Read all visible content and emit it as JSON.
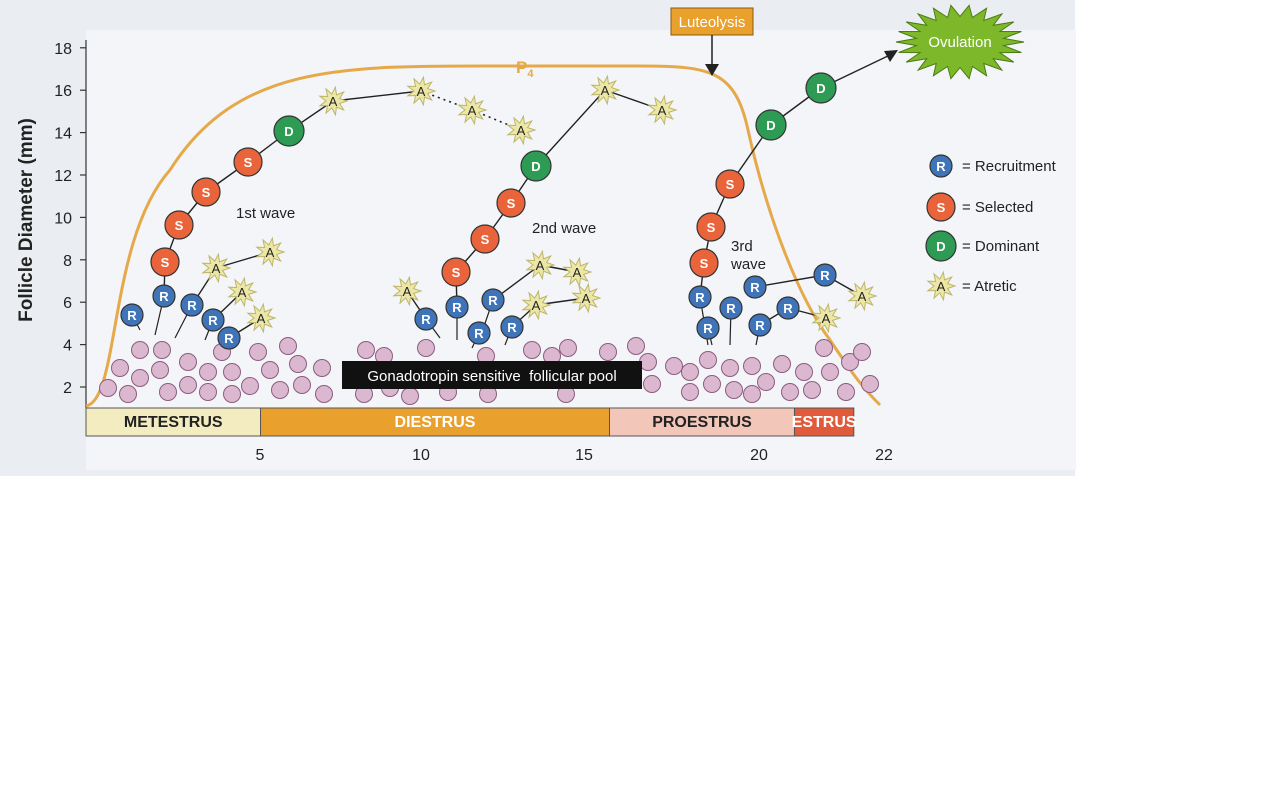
{
  "chart_data": {
    "type": "diagram",
    "ylabel": "Follicle Diameter (mm)",
    "y_ticks": [
      "2",
      "4",
      "6",
      "8",
      "10",
      "12",
      "14",
      "16",
      "18"
    ],
    "x_ticks": [
      "5",
      "10",
      "15",
      "20",
      "22"
    ],
    "progesterone_label": "P",
    "progesterone_subscript": "4",
    "luteolysis_label": "Luteolysis",
    "ovulation_label": "Ovulation",
    "pool_label": "Gonadotropin sensitive  follicular pool",
    "wave_labels": [
      "1st wave",
      "2nd wave",
      "3rd",
      "wave"
    ],
    "phases": [
      {
        "label": "METESTRUS",
        "start": 0,
        "end": 5,
        "color": "#f3ecc0",
        "text_color": "#222222"
      },
      {
        "label": "DIESTRUS",
        "start": 5,
        "end": 15,
        "color": "#e9a02c",
        "text_color": "#ffffff"
      },
      {
        "label": "PROESTRUS",
        "start": 15,
        "end": 20.3,
        "color": "#f2c6b8",
        "text_color": "#222222"
      },
      {
        "label": "ESTRUS",
        "start": 20.3,
        "end": 22,
        "color": "#e05a3c",
        "text_color": "#ffffff"
      }
    ],
    "legend": [
      {
        "letter": "R",
        "text": "= Recruitment",
        "kind": "recruitment"
      },
      {
        "letter": "S",
        "text": "= Selected",
        "kind": "selected"
      },
      {
        "letter": "D",
        "text": "= Dominant",
        "kind": "dominant"
      },
      {
        "letter": "A",
        "text": "= Atretic",
        "kind": "atretic"
      }
    ],
    "colors": {
      "recruitment": "#3f74b8",
      "selected": "#e9643a",
      "dominant": "#2e9b55",
      "atretic": "#ece7a6",
      "progesterone": "#e5a94a",
      "luteolysis_box": "#e9a02c",
      "ovulation": "#7cb82a",
      "pool_follicle": "#dcb7d0",
      "pool_label_bg": "#111111"
    }
  }
}
